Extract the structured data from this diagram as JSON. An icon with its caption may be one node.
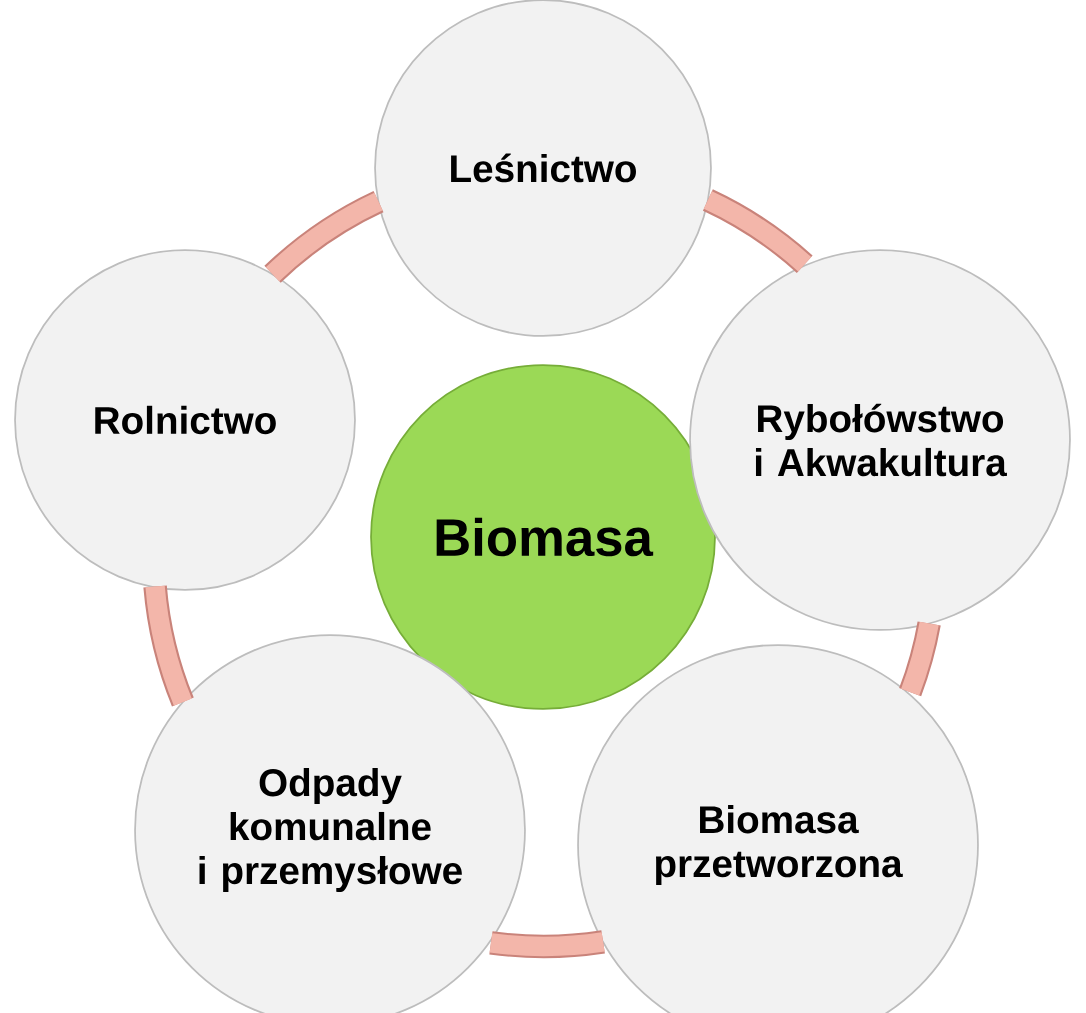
{
  "diagram": {
    "nodes": [
      {
        "text": [
          "Biomasa"
        ]
      },
      {
        "text": [
          "Leśnictwo"
        ]
      },
      {
        "text": [
          "Rybołówstwo i Akwakultura"
        ]
      },
      {
        "text": [
          "Biomasa przetworzona"
        ]
      },
      {
        "text": [
          "Odpady komunalne i przemysłowe"
        ]
      },
      {
        "text": [
          "Rolnictwo"
        ]
      }
    ],
    "edges": [
      {
        "from": 1,
        "to": 2,
        "arrow": "none"
      },
      {
        "from": 2,
        "to": 3,
        "arrow": "none"
      },
      {
        "from": 3,
        "to": 4,
        "arrow": "none"
      },
      {
        "from": 4,
        "to": 5,
        "arrow": "none"
      },
      {
        "from": 5,
        "to": 1,
        "arrow": "none"
      }
    ]
  }
}
